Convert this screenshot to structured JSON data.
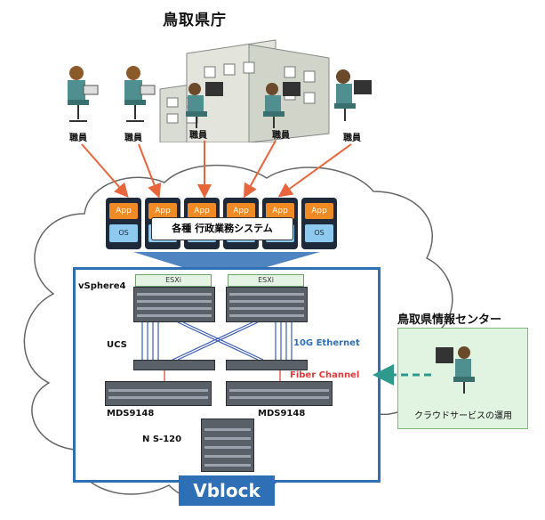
{
  "title": "鳥取県庁",
  "staff": [
    "職員",
    "職員",
    "職員",
    "職員",
    "職員"
  ],
  "vms": [
    {
      "app": "App",
      "os": "OS"
    },
    {
      "app": "App",
      "os": ""
    },
    {
      "app": "App",
      "os": ""
    },
    {
      "app": "App",
      "os": ""
    },
    {
      "app": "App",
      "os": ""
    },
    {
      "app": "App",
      "os": "OS"
    }
  ],
  "systems_label": "各種 行政業務システム",
  "vsphere": "vSphere4",
  "esxi": [
    "ESXi",
    "ESXi"
  ],
  "ucs": "UCS",
  "ethernet": "10G Ethernet",
  "fiber": "Fiber Channel",
  "mds": [
    "MDS9148",
    "MDS9148"
  ],
  "ns": "N S-120",
  "vblock": "Vblock",
  "center": {
    "title": "鳥取県情報センター",
    "caption": "クラウドサービスの運用"
  },
  "colors": {
    "arrow": "#e8643c",
    "vblock": "#2f6fb5",
    "app": "#f08a24",
    "os": "#8ec9ef",
    "ethernet": "#2f6fb5",
    "fiber": "#e03a3a",
    "dashed": "#2e9a8e"
  }
}
